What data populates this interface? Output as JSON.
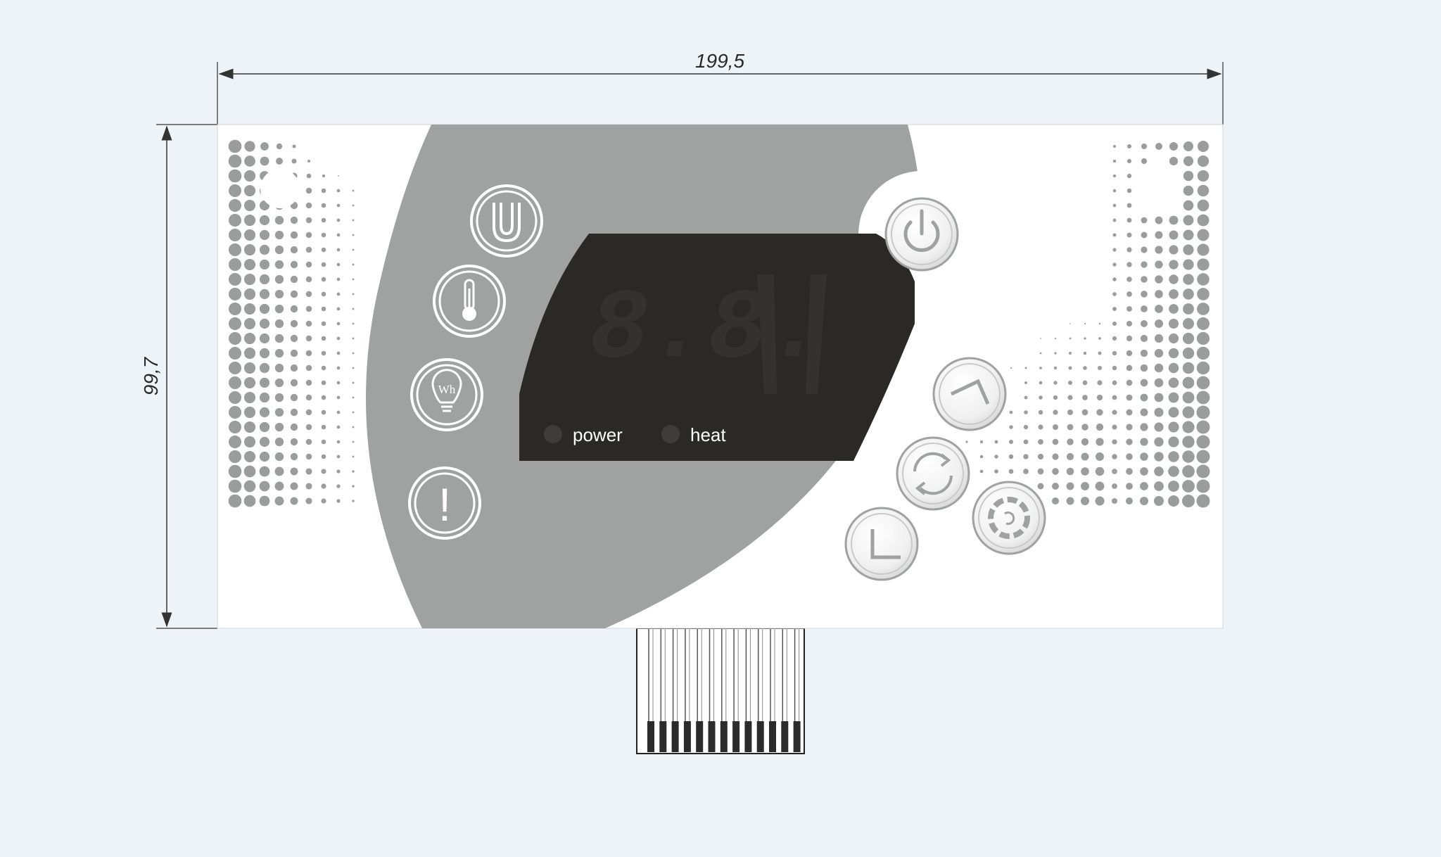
{
  "dimensions": {
    "width_label": "199,5",
    "height_label": "99,7"
  },
  "display": {
    "digits": "8.8.",
    "indicators": [
      {
        "label": "power"
      },
      {
        "label": "heat"
      }
    ]
  },
  "left_buttons": [
    {
      "icon": "water-heater-icon"
    },
    {
      "icon": "thermometer-icon"
    },
    {
      "icon": "energy-wh-bulb-icon",
      "text": "Wh"
    },
    {
      "icon": "alert-exclamation-icon",
      "text": "!"
    }
  ],
  "right_buttons": [
    {
      "icon": "power-icon"
    },
    {
      "icon": "arrow-up-icon"
    },
    {
      "icon": "refresh-cycle-icon"
    },
    {
      "icon": "boost-dial-icon"
    },
    {
      "icon": "arrow-down-icon"
    }
  ],
  "colors": {
    "background": "#eef3f7",
    "panel": "#ffffff",
    "panel_gray": "#a0a1a1",
    "display_bg": "#2a2928",
    "dot": "#9b9c9c",
    "connector": "#2b2b2b"
  }
}
